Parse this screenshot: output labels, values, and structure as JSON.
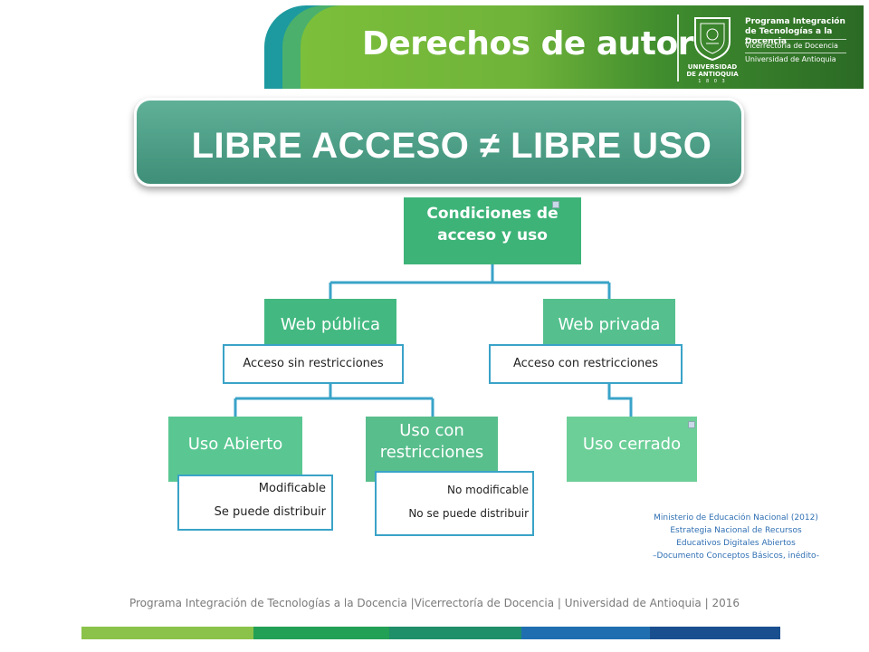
{
  "header": {
    "title": "Derechos de autor",
    "university": "UNIVERSIDAD DE ANTIOQUIA",
    "university_year": "1 8 0 3",
    "program_title_line1": "Programa Integración",
    "program_title_line2": "de Tecnologías a la Docencia",
    "program_sub1": "Vicerrectoría de Docencia",
    "program_sub2": "Universidad de Antioquia"
  },
  "title_box": {
    "text": "LIBRE ACCESO ≠ LIBRE USO"
  },
  "chart": {
    "root_line1": "Condiciones de",
    "root_line2": "acceso y uso",
    "web_publica": "Web pública",
    "web_publica_desc": "Acceso sin restricciones",
    "web_privada": "Web privada",
    "web_privada_desc": "Acceso con restricciones",
    "uso_abierto": "Uso Abierto",
    "uso_abierto_l1": "Modificable",
    "uso_abierto_l2": "Se puede distribuir",
    "uso_restr_line1": "Uso con",
    "uso_restr_line2": "restricciones",
    "uso_restr_l1": "No modificable",
    "uso_restr_l2": "No se puede distribuir",
    "uso_cerrado": "Uso cerrado"
  },
  "citation": {
    "line1": "Ministerio de Educación Nacional (2012)",
    "line2": "Estrategia Nacional de Recursos",
    "line3": "Educativos Digitales Abiertos",
    "line4": "–Documento Conceptos Básicos, inédito-"
  },
  "footer": {
    "text": "Programa Integración de Tecnologías a la Docencia |Vicerrectoría de Docencia | Universidad de Antioquia | 2016",
    "bar_colors": [
      "#8bc34a",
      "#22a055",
      "#1f8f6a",
      "#1f6fb0",
      "#1a4f8f"
    ]
  },
  "icons": [
    "university-seal-icon"
  ]
}
